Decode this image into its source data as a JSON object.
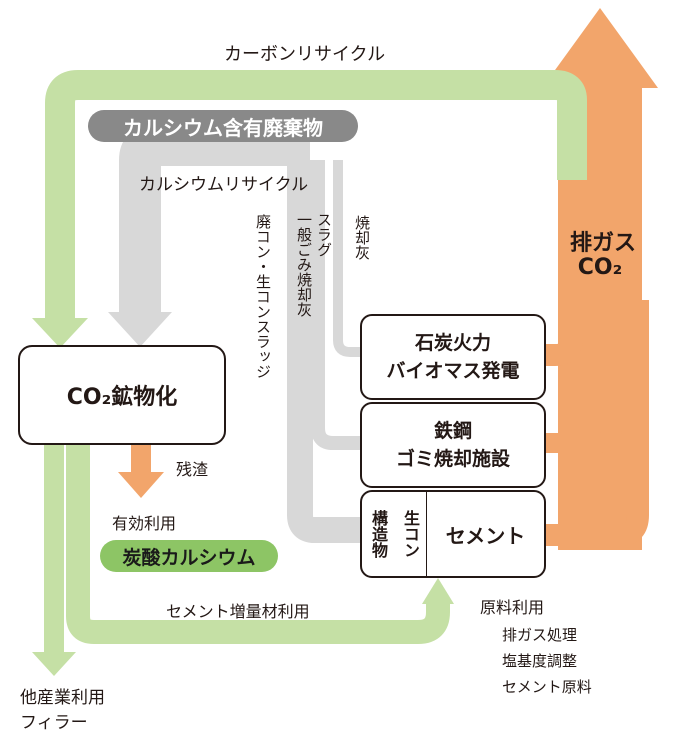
{
  "colors": {
    "green": "#c5e0a5",
    "gray": "#d8d8d8",
    "orange": "#f2a56b",
    "dark_pill": "#898989",
    "green_pill": "#8dc565"
  },
  "labels": {
    "carbon_recycle": "カーボンリサイクル",
    "calcium_waste": "カルシウム含有廃棄物",
    "calcium_recycle": "カルシウムリサイクル",
    "exhaust_line1": "排ガス",
    "exhaust_line2": "CO₂",
    "concrete_sludge": "廃コン・生コンスラッジ",
    "slag": "スラグ",
    "msw_ash": "一般ごみ焼却灰",
    "ash": "焼却灰",
    "co2_mineral": "CO₂鉱物化",
    "residue": "残渣",
    "effective_use": "有効利用",
    "calcium_carbonate": "炭酸カルシウム",
    "cement_extender": "セメント増量材利用",
    "other_industry_line1": "他産業利用",
    "other_industry_line2": "フィラー",
    "raw_use": "原料利用",
    "raw_use_items": [
      "排ガス処理",
      "塩基度調整",
      "セメント原料"
    ]
  },
  "facilities": {
    "power_line1": "石炭火力",
    "power_line2": "バイオマス発電",
    "steel_line1": "鉄鋼",
    "steel_line2": "ゴミ焼却施設",
    "cement": "セメント",
    "structure": "構造物",
    "ready_mix": "生コン"
  }
}
